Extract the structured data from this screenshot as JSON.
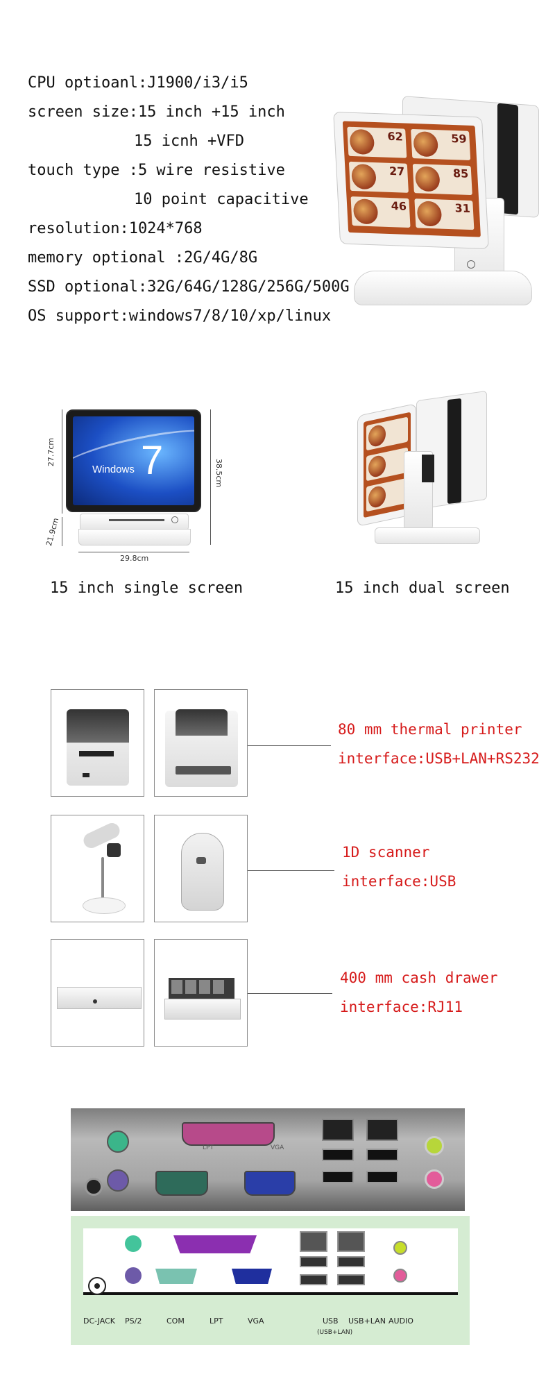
{
  "specs": {
    "cpu": "CPU optioanl:J1900/i3/i5",
    "screen_size": "screen size:15 inch +15 inch",
    "screen_size_alt": "15 icnh +VFD",
    "touch_type": "touch type :5 wire resistive",
    "touch_type_alt": "10 point capacitive",
    "resolution": "resolution:1024*768",
    "memory": "memory optional :2G/4G/8G",
    "ssd": "SSD optional:32G/64G/128G/256G/500G",
    "os": "OS support:windows7/8/10/xp/linux"
  },
  "menu_prices": [
    "62",
    "59",
    "27",
    "85",
    "46",
    "31"
  ],
  "single_screen": {
    "caption": "15 inch single screen",
    "os_word": "Windows",
    "os_number": "7",
    "dim_height": "27.7cm",
    "dim_total": "38.5cm",
    "dim_base": "21.9cm",
    "dim_width": "29.8cm"
  },
  "dual_screen": {
    "caption": "15 inch dual screen"
  },
  "peripherals": {
    "printer": {
      "title": "80 mm thermal printer",
      "interface": "interface:USB+LAN+RS232"
    },
    "scanner": {
      "title": "1D scanner",
      "interface": "interface:USB"
    },
    "drawer": {
      "title": "400 mm cash drawer",
      "interface": "interface:RJ11"
    }
  },
  "photo_labels": {
    "lpt": "LPT",
    "vga": "VGA"
  },
  "ports": {
    "dc_jack": "DC-JACK",
    "ps2": "PS/2",
    "com": "COM",
    "lpt": "LPT",
    "vga": "VGA",
    "usb": "USB",
    "usb_sub": "(USB+LAN)",
    "usb_lan": "USB+LAN",
    "audio": "AUDIO"
  },
  "colors": {
    "accent_red": "#d61a1a",
    "diagram_bg": "#d5ecd2",
    "lpt_purple": "#8b2fb0",
    "vga_blue": "#1f2f9e",
    "com_teal": "#7ac2b0",
    "ps2_green": "#43c49b",
    "ps2_purple": "#6d5aa8",
    "audio_lime": "#c7de2a",
    "audio_pink": "#e35c9a"
  }
}
